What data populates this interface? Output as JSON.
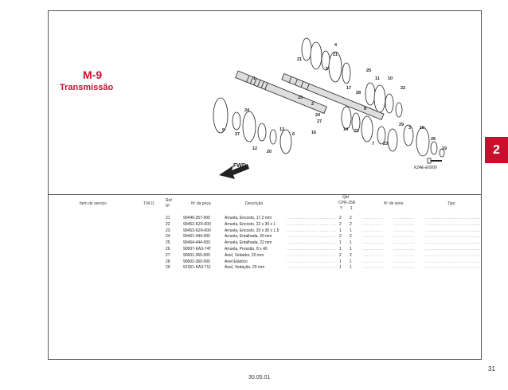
{
  "title": {
    "code": "M-9",
    "name": "Transmissão"
  },
  "section_tab": "2",
  "page_number": "31",
  "date": "30.05.01",
  "diagram": {
    "fwd_label": "FWD",
    "code": "KZ4E-E0900",
    "callouts": [
      "4",
      "21",
      "21",
      "5",
      "1",
      "17",
      "25",
      "11",
      "10",
      "28",
      "22",
      "15",
      "2",
      "8",
      "24",
      "27",
      "24",
      "9",
      "27",
      "13",
      "6",
      "16",
      "14",
      "22",
      "29",
      "3",
      "18",
      "7",
      "23",
      "12",
      "20",
      "26",
      "19"
    ]
  },
  "table": {
    "headers": {
      "service_item": "Item de serviço",
      "tmo": "T.M.O.",
      "ref_1": "Ref",
      "ref_2": "Nº",
      "part_no": "Nº da peça",
      "description": "Descrição",
      "qty_1": "Qtd",
      "qty_2": "CPR-25R",
      "qty_y": "Y",
      "qty_1col": "1",
      "serial": "Nº de série",
      "type": "Tipo"
    },
    "rows": [
      {
        "ref": "21",
        "part": "90446-357-000",
        "desc": "Arruela, Encosto, 17,2 mm",
        "q1": "2",
        "q2": "2"
      },
      {
        "ref": "22",
        "part": "90452-KZ4-000",
        "desc": "Arruela, Encosto, 22 x 30 x 1",
        "q1": "2",
        "q2": "2"
      },
      {
        "ref": "23",
        "part": "90453-KZ4-000",
        "desc": "Arruela, Encosto, 20 x 30 x 1,5",
        "q1": "1",
        "q2": "1"
      },
      {
        "ref": "24",
        "part": "90461-444-000",
        "desc": "Arruela, Entalhada, 20 mm",
        "q1": "2",
        "q2": "2"
      },
      {
        "ref": "25",
        "part": "90464-444-000",
        "desc": "Arruela, Entalhada, 22 mm",
        "q1": "1",
        "q2": "1"
      },
      {
        "ref": "26",
        "part": "90507-KA3-74T",
        "desc": "Arruela, Pressão, 8 x 40",
        "q1": "1",
        "q2": "1"
      },
      {
        "ref": "27",
        "part": "90601-360-000",
        "desc": "Anel, Vedador, 20 mm",
        "q1": "2",
        "q2": "2"
      },
      {
        "ref": "28",
        "part": "90602-360-000",
        "desc": "Anel Elástico",
        "q1": "1",
        "q2": "1"
      },
      {
        "ref": "29",
        "part": "91351-KA3-711",
        "desc": "Anel, Vedação, 20 mm",
        "q1": "1",
        "q2": "1"
      }
    ]
  }
}
